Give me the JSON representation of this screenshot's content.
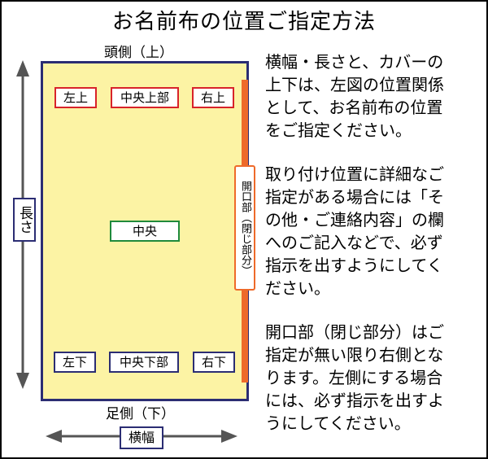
{
  "title": "お名前布の位置ご指定方法",
  "head_label": "頭側（上）",
  "foot_label": "足側（下）",
  "length_label": "長さ",
  "width_label": "横幅",
  "opening_label": "開口部（閉じ部分）",
  "positions": {
    "top_left": "左上",
    "top_center": "中央上部",
    "top_right": "右上",
    "center": "中央",
    "bottom_left": "左下",
    "bottom_center": "中央下部",
    "bottom_right": "右下"
  },
  "paragraphs": [
    "横幅・長さと、カバーの\n上下は、左図の位置関係\nとして、お名前布の位置\nをご指定ください。",
    "取り付け位置に詳細なご\n指定がある場合には「そ\nの他・ご連絡内容」の欄\nへのご記入などで、必ず\n指示を出すようにしてく\nださい。",
    "開口部（閉じ部分）はご\n指定が無い限り右側とな\nります。左側にする場合\nには、必ず指示を出すよ\nうにしてください。"
  ],
  "colors": {
    "bag_fill": "#fcf3a4",
    "bag_border": "#2b2d73",
    "opening": "#ee6a2a",
    "corner_border": "#d8232a",
    "center_border": "#1f8a3b"
  }
}
